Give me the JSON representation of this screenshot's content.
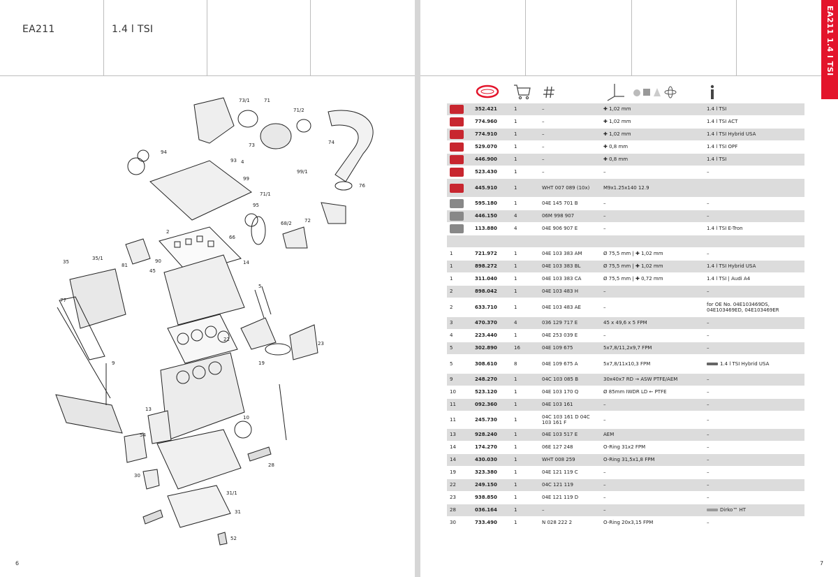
{
  "left_page": {
    "header": {
      "engine_code": "EA211",
      "engine_variant": "1.4 l TSI"
    },
    "page_number": "6",
    "callouts": [
      "73/1",
      "71",
      "71/2",
      "73",
      "74",
      "94",
      "93",
      "4",
      "99",
      "99/1",
      "76",
      "71/1",
      "95",
      "66",
      "68/2",
      "72",
      "2",
      "35",
      "35/1",
      "81",
      "45",
      "90",
      "14",
      "77",
      "9",
      "5",
      "22",
      "23",
      "19",
      "13",
      "10",
      "54",
      "30",
      "28",
      "31/1",
      "31",
      "52"
    ]
  },
  "right_page": {
    "side_tab": "EA211 1.4 l TSI",
    "page_number": "7",
    "column_icons": [
      "elring-logo-icon",
      "cart-icon",
      "hash-icon",
      "measure-icon",
      "info-icon"
    ],
    "rows": [
      {
        "pos": "",
        "part": "352.421",
        "qty": "1",
        "oe": "–",
        "spec": "✚ 1,02 mm",
        "note": "1.4 l TSI",
        "shade": true,
        "thumb": "kit"
      },
      {
        "pos": "",
        "part": "774.960",
        "qty": "1",
        "oe": "–",
        "spec": "✚ 1,02 mm",
        "note": "1.4 l TSI ACT",
        "shade": false,
        "thumb": "kit"
      },
      {
        "pos": "",
        "part": "774.910",
        "qty": "1",
        "oe": "–",
        "spec": "✚ 1,02 mm",
        "note": "1.4 l TSI Hybrid USA",
        "shade": true,
        "thumb": "kit"
      },
      {
        "pos": "",
        "part": "529.070",
        "qty": "1",
        "oe": "–",
        "spec": "✚ 0,8 mm",
        "note": "1.4 l TSI OPF",
        "shade": false,
        "thumb": "kit"
      },
      {
        "pos": "",
        "part": "446.900",
        "qty": "1",
        "oe": "–",
        "spec": "✚ 0,8 mm",
        "note": "1.4 l TSI",
        "shade": true,
        "thumb": "kit"
      },
      {
        "pos": "",
        "part": "523.430",
        "qty": "1",
        "oe": "–",
        "spec": "–",
        "note": "–",
        "shade": false,
        "thumb": "kit"
      },
      {
        "pos": "",
        "part": "445.910",
        "qty": "1",
        "oe": "WHT 007 089 (10x)",
        "spec": "M9x1.25x140 12.9",
        "note": "",
        "shade": true,
        "thumb": "bolts",
        "tall": true
      },
      {
        "pos": "",
        "part": "595.180",
        "qty": "1",
        "oe": "04E 145 701 B",
        "spec": "–",
        "note": "–",
        "shade": false,
        "thumb": "grey"
      },
      {
        "pos": "",
        "part": "446.150",
        "qty": "4",
        "oe": "06M 998 907",
        "spec": "–",
        "note": "–",
        "shade": true,
        "thumb": "grey"
      },
      {
        "pos": "",
        "part": "113.880",
        "qty": "4",
        "oe": "04E 906 907 E",
        "spec": "–",
        "note": "1.4 l TSI E-Tron",
        "shade": false,
        "thumb": "grey"
      },
      {
        "pos": "",
        "part": "",
        "qty": "",
        "oe": "",
        "spec": "",
        "note": "",
        "shade": true,
        "thumb": ""
      },
      {
        "pos": "1",
        "part": "721.972",
        "qty": "1",
        "oe": "04E 103 383 AM",
        "spec": "Ø 75,5 mm | ✚ 1,02 mm",
        "note": "–",
        "shade": false,
        "thumb": ""
      },
      {
        "pos": "1",
        "part": "898.272",
        "qty": "1",
        "oe": "04E 103 383 BL",
        "spec": "Ø 75,5 mm | ✚ 1,02 mm",
        "note": "1.4 l TSI Hybrid USA",
        "shade": true,
        "thumb": ""
      },
      {
        "pos": "1",
        "part": "311.040",
        "qty": "1",
        "oe": "04E 103 383 CA",
        "spec": "Ø 75,5 mm | ✚ 0,72 mm",
        "note": "1.4 l TSI | Audi A4",
        "shade": false,
        "thumb": ""
      },
      {
        "pos": "2",
        "part": "898.042",
        "qty": "1",
        "oe": "04E 103 483 H",
        "spec": "–",
        "note": "–",
        "shade": true,
        "thumb": ""
      },
      {
        "pos": "2",
        "part": "633.710",
        "qty": "1",
        "oe": "04E 103 483 AE",
        "spec": "–",
        "note": "for OE No. 04E103469DS, 04E103469ED, 04E103469ER",
        "shade": false,
        "thumb": "",
        "tall": true
      },
      {
        "pos": "3",
        "part": "470.370",
        "qty": "4",
        "oe": "036 129 717 E",
        "spec": "45 x 49,6 x 5 FPM",
        "note": "–",
        "shade": true,
        "thumb": ""
      },
      {
        "pos": "4",
        "part": "223.440",
        "qty": "1",
        "oe": "04E 253 039 E",
        "spec": "–",
        "note": "–",
        "shade": false,
        "thumb": ""
      },
      {
        "pos": "5",
        "part": "302.890",
        "qty": "16",
        "oe": "04E 109 675",
        "spec": "5x7,8/11,2x9,7 FPM",
        "note": "–",
        "shade": true,
        "thumb": ""
      },
      {
        "pos": "5",
        "part": "308.610",
        "qty": "8",
        "oe": "04E 109 675 A",
        "spec": "5x7,8/11x10,3 FPM",
        "note": "1.4 l TSI Hybrid USA",
        "shade": false,
        "thumb": "",
        "tall": true,
        "note_icon": "valve-icon"
      },
      {
        "pos": "9",
        "part": "248.270",
        "qty": "1",
        "oe": "04C 103 085 B",
        "spec": "30x40x7 RD → ASW PTFE/AEM",
        "note": "–",
        "shade": true,
        "thumb": ""
      },
      {
        "pos": "10",
        "part": "523.120",
        "qty": "1",
        "oe": "04E 103 170 Q",
        "spec": "Ø 85mm IWDR LD ← PTFE",
        "note": "–",
        "shade": false,
        "thumb": ""
      },
      {
        "pos": "11",
        "part": "092.360",
        "qty": "1",
        "oe": "04E 103 161",
        "spec": "–",
        "note": "–",
        "shade": true,
        "thumb": ""
      },
      {
        "pos": "11",
        "part": "245.730",
        "qty": "1",
        "oe": "04C 103 161 D 04C 103 161 F",
        "spec": "–",
        "note": "–",
        "shade": false,
        "thumb": "",
        "dbl": true
      },
      {
        "pos": "13",
        "part": "928.240",
        "qty": "1",
        "oe": "04E 103 517 E",
        "spec": "AEM",
        "note": "–",
        "shade": true,
        "thumb": ""
      },
      {
        "pos": "14",
        "part": "174.270",
        "qty": "1",
        "oe": "06E 127 248",
        "spec": "O-Ring 31x2 FPM",
        "note": "–",
        "shade": false,
        "thumb": ""
      },
      {
        "pos": "14",
        "part": "430.030",
        "qty": "1",
        "oe": "WHT 008 259",
        "spec": "O-Ring 31,5x1,8 FPM",
        "note": "–",
        "shade": true,
        "thumb": ""
      },
      {
        "pos": "19",
        "part": "323.380",
        "qty": "1",
        "oe": "04E 121 119 C",
        "spec": "–",
        "note": "–",
        "shade": false,
        "thumb": ""
      },
      {
        "pos": "22",
        "part": "249.150",
        "qty": "1",
        "oe": "04C 121 119",
        "spec": "–",
        "note": "–",
        "shade": true,
        "thumb": ""
      },
      {
        "pos": "23",
        "part": "938.850",
        "qty": "1",
        "oe": "04E 121 119 D",
        "spec": "–",
        "note": "–",
        "shade": false,
        "thumb": ""
      },
      {
        "pos": "28",
        "part": "036.164",
        "qty": "1",
        "oe": "–",
        "spec": "–",
        "note": "Dirko™ HT",
        "shade": true,
        "thumb": "",
        "note_icon": "dirko-icon"
      },
      {
        "pos": "30",
        "part": "733.490",
        "qty": "1",
        "oe": "N 028 222 2",
        "spec": "O-Ring 20x3,15 FPM",
        "note": "–",
        "shade": false,
        "thumb": ""
      }
    ]
  }
}
